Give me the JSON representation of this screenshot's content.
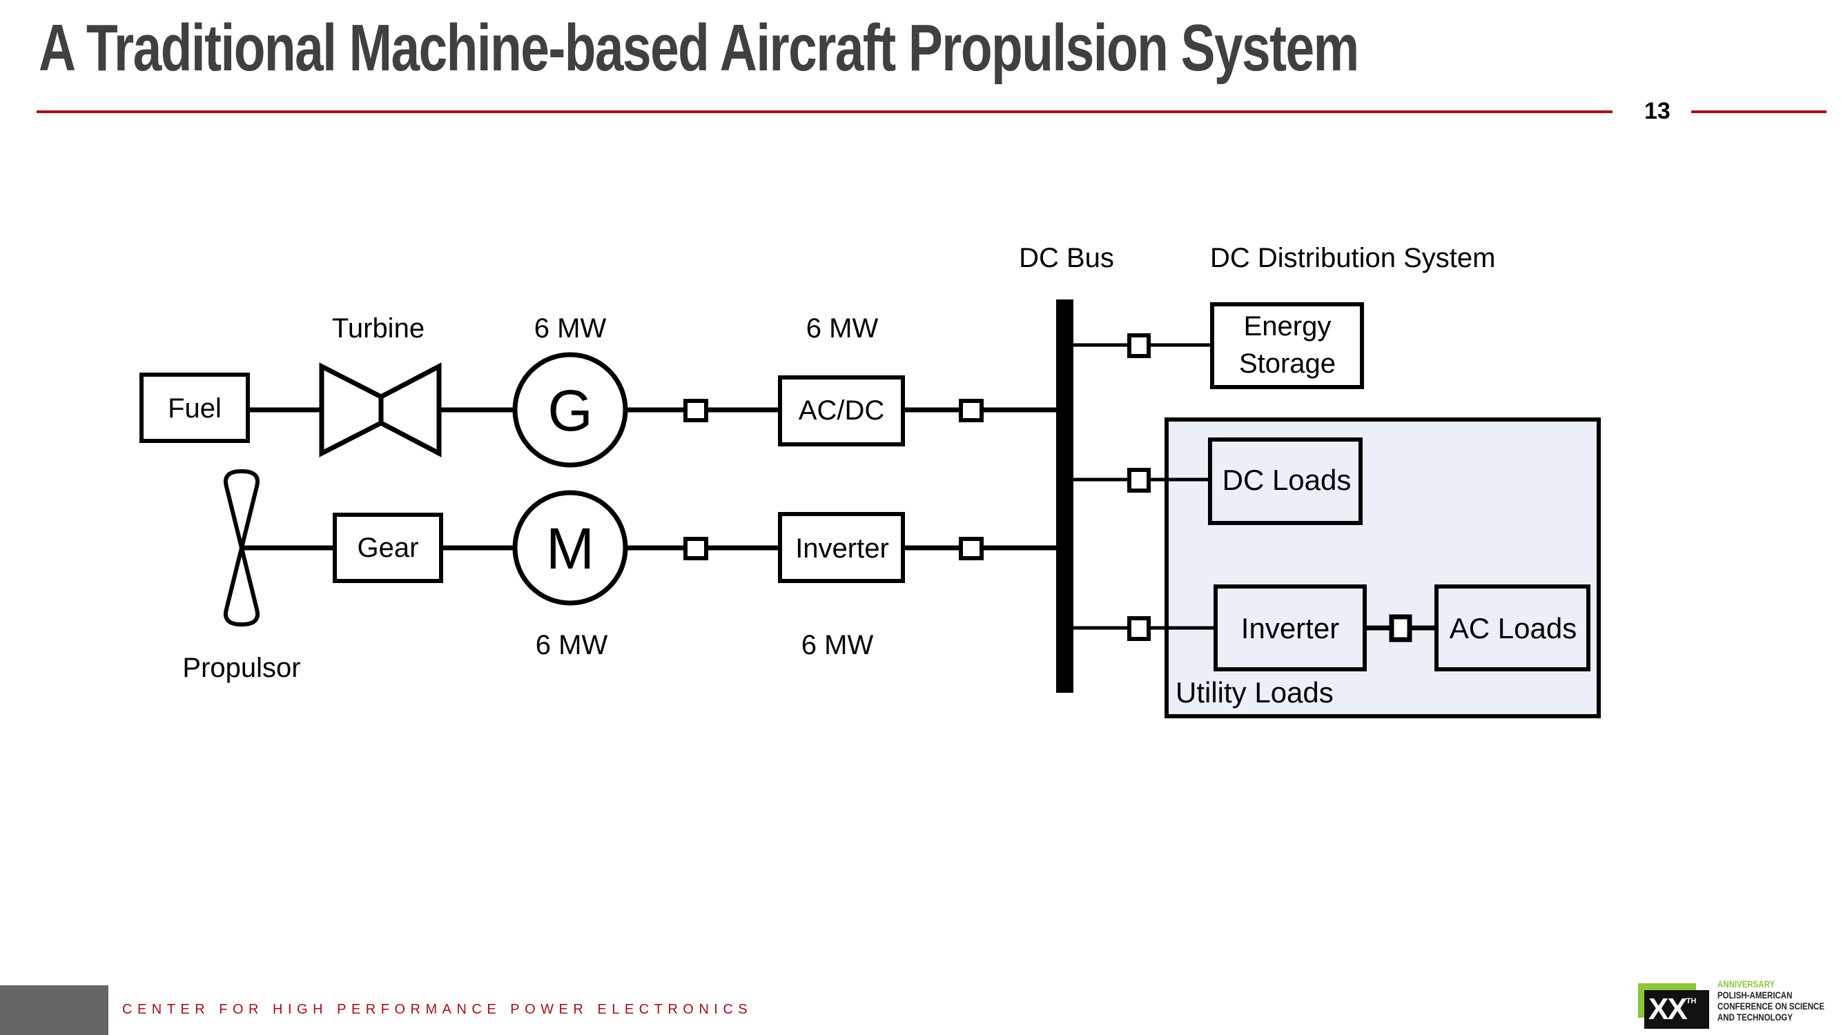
{
  "slide": {
    "title": "A Traditional Machine-based Aircraft Propulsion System",
    "page_number": "13",
    "accent_color": "#a50f15",
    "footer_text": "CENTER FOR HIGH PERFORMANCE POWER ELECTRONICS",
    "logo": {
      "mark": "XX",
      "mark_sup": "TH",
      "line1": "ANNIVERSARY",
      "line2": "POLISH-AMERICAN",
      "line3": "CONFERENCE ON SCIENCE",
      "line4": "AND TECHNOLOGY"
    }
  },
  "diagram": {
    "labels": {
      "turbine": "Turbine",
      "generator_rating": "6 MW",
      "acdc_rating": "6 MW",
      "motor_rating": "6 MW",
      "inverter_rating": "6 MW",
      "dc_bus": "DC Bus",
      "dc_distribution": "DC Distribution System",
      "propulsor": "Propulsor",
      "utility_loads": "Utility Loads"
    },
    "blocks": {
      "fuel": "Fuel",
      "generator": "G",
      "acdc": "AC/DC",
      "gear": "Gear",
      "motor": "M",
      "inverter": "Inverter",
      "energy_storage_line1": "Energy",
      "energy_storage_line2": "Storage",
      "dc_loads": "DC Loads",
      "utility_inverter": "Inverter",
      "ac_loads": "AC Loads"
    },
    "colors": {
      "utility_fill": "#eaeff8",
      "stroke": "#000000"
    }
  }
}
